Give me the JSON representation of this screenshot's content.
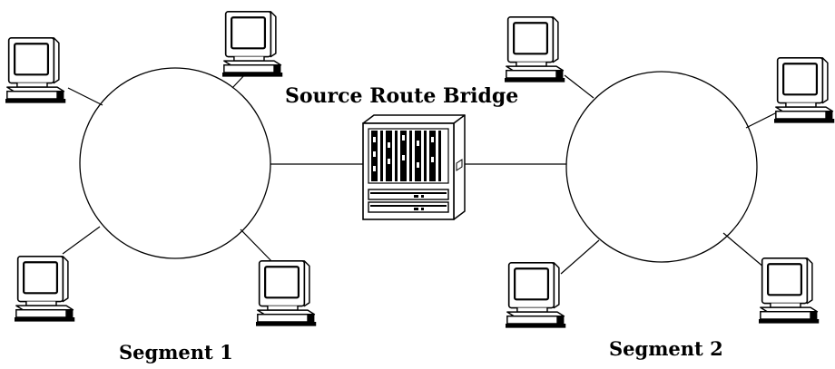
{
  "diagram": {
    "title": "Source Route Bridge",
    "segments": [
      {
        "label": "Segment 1"
      },
      {
        "label": "Segment 2"
      }
    ],
    "nodes": [
      {
        "icon": "bridge-icon"
      },
      {
        "icon": "computer-icon"
      }
    ]
  }
}
